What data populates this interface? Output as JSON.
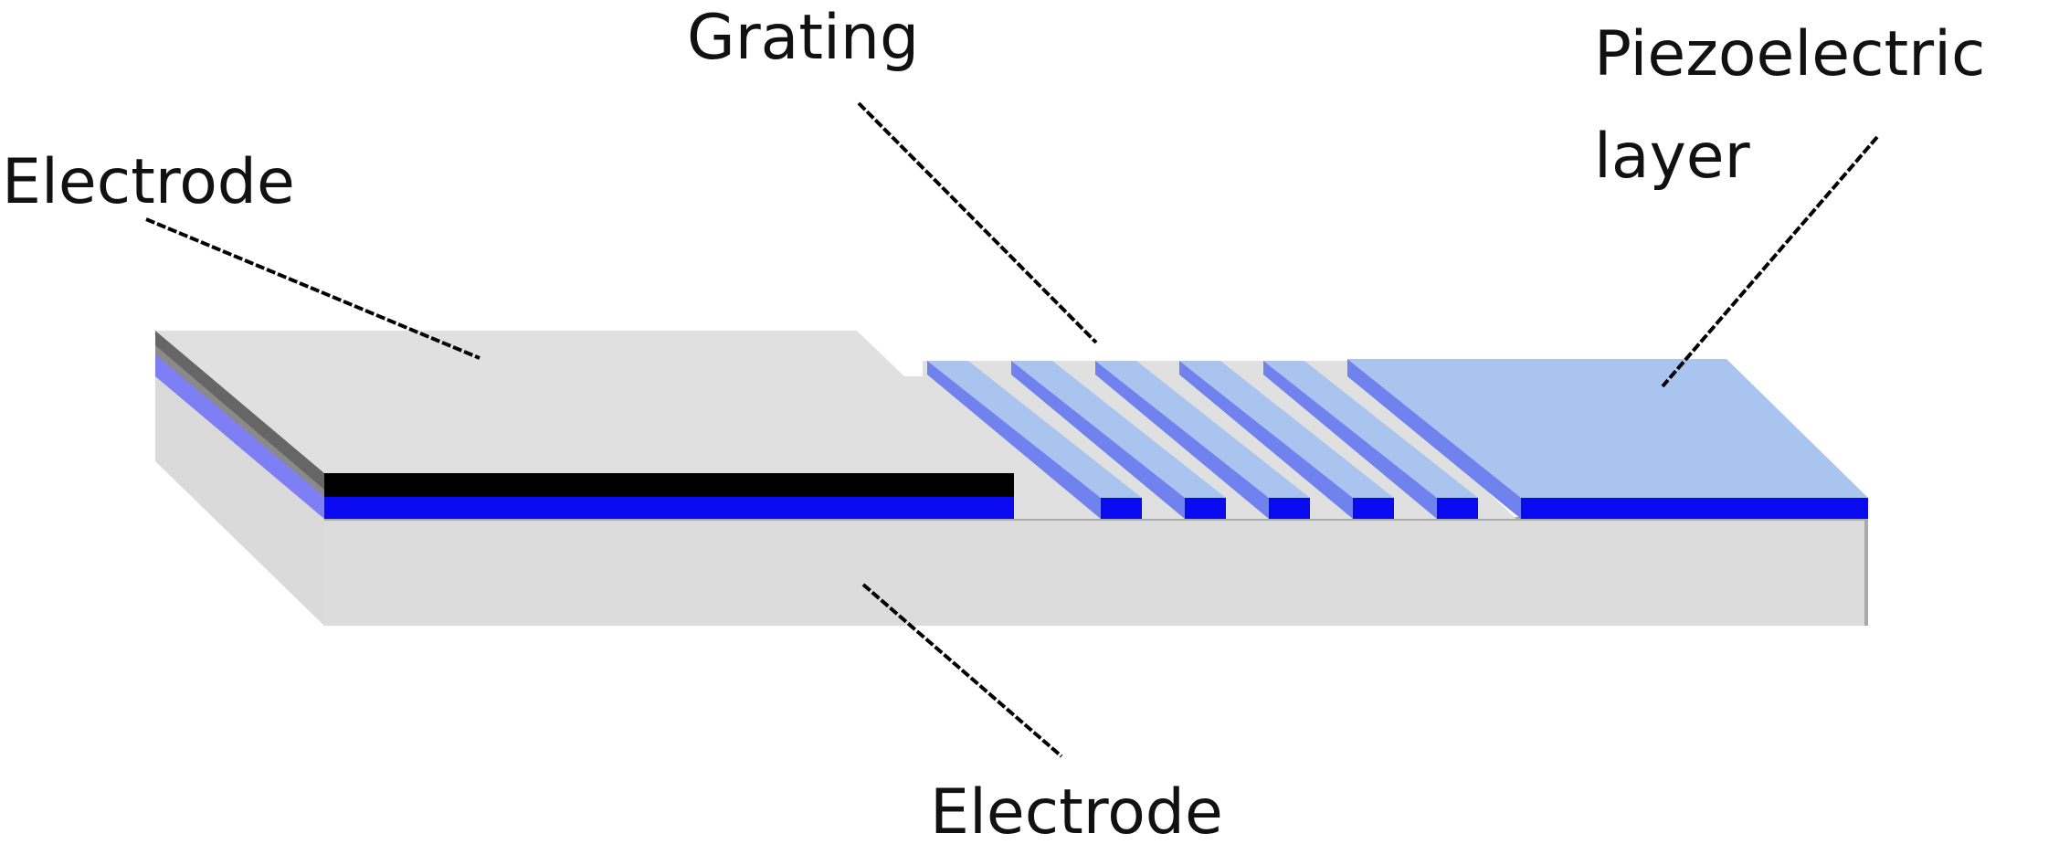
{
  "labels": {
    "electrode_top": "Electrode",
    "grating": "Grating",
    "piezo_line1": "Piezoelectric",
    "piezo_line2": "layer",
    "electrode_bottom": "Electrode"
  },
  "colors": {
    "substrate_light": "#dadada",
    "substrate_top": "#e0e0e0",
    "electrode_black": "#000000",
    "layer_blue": "#0a0af0",
    "piezo_light_blue": "#aac4f0",
    "grating_side_blue": "#6f82ee",
    "edge_gray": "#888888",
    "edge_dark_gray": "#666666"
  }
}
